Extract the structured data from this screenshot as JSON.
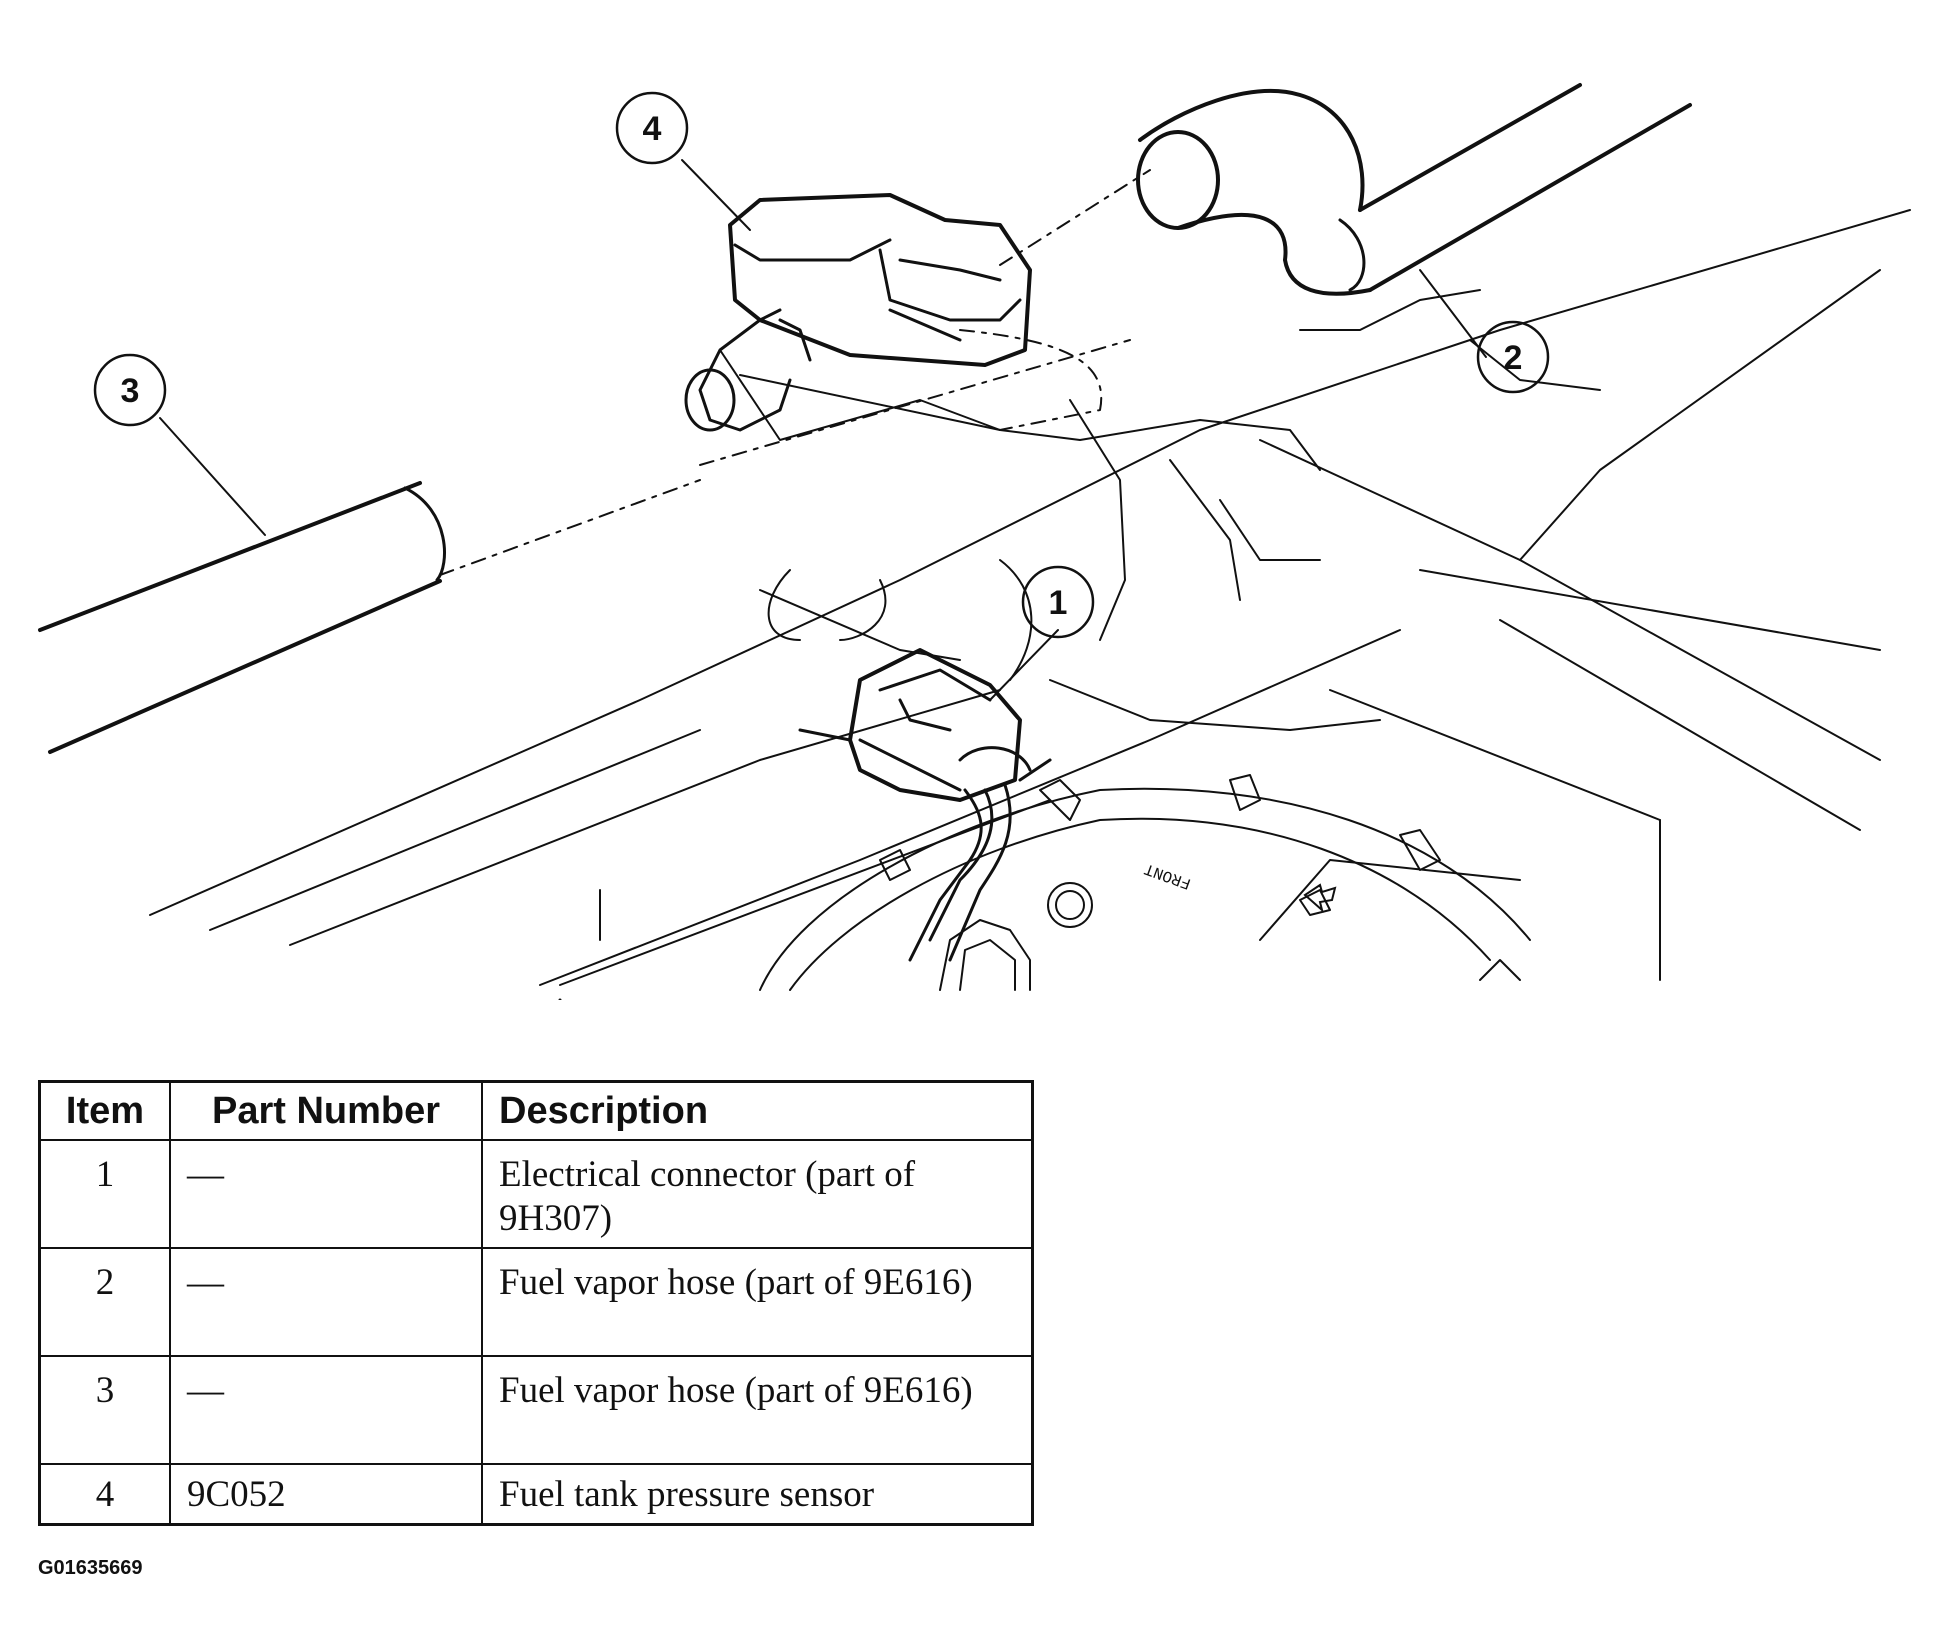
{
  "callouts": [
    "1",
    "2",
    "3",
    "4"
  ],
  "table": {
    "headers": {
      "item": "Item",
      "part_number": "Part Number",
      "description": "Description"
    },
    "rows": [
      {
        "item": "1",
        "part_number": "—",
        "description": "Electrical connector (part of 9H307)"
      },
      {
        "item": "2",
        "part_number": "—",
        "description": "Fuel vapor hose (part of 9E616)"
      },
      {
        "item": "3",
        "part_number": "—",
        "description": "Fuel vapor hose (part of 9E616)"
      },
      {
        "item": "4",
        "part_number": "9C052",
        "description": "Fuel tank pressure sensor"
      }
    ]
  },
  "figure_id": "G01635669",
  "tank_marking": "FRONT"
}
